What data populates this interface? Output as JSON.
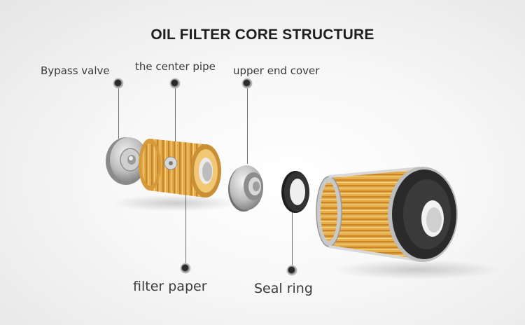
{
  "title": "OIL FILTER CORE STRUCTURE",
  "labels": {
    "bypass_valve": "Bypass valve",
    "center_pipe": "the center pipe",
    "upper_end_cover": "upper end cover",
    "filter_paper": "filter paper",
    "seal_ring": "Seal ring"
  },
  "colors": {
    "filter_gold": "#e0a640",
    "metal": "#b9b9b9",
    "seal": "#2b2b2b"
  }
}
